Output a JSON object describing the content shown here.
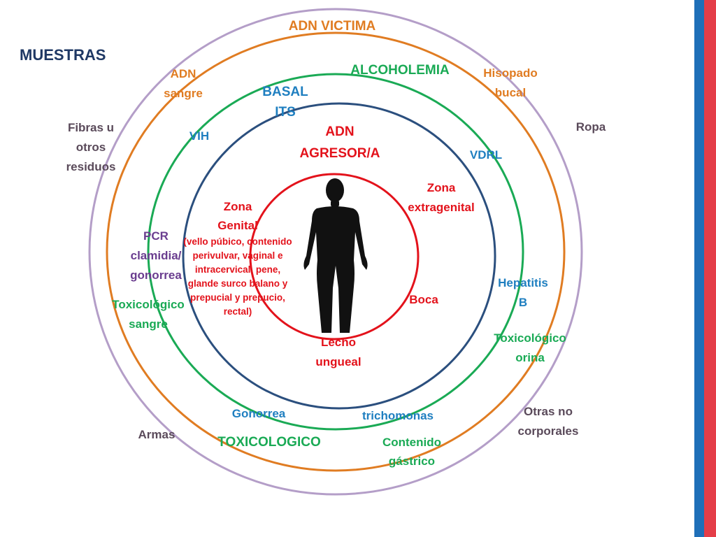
{
  "page_title": "MUESTRAS",
  "colors": {
    "lavender": "#b49ec8",
    "orange": "#e07c22",
    "green": "#1aaa55",
    "navy": "#2b4f7e",
    "red": "#e3121b",
    "purple_text": "#6a3d8f",
    "brown_text": "#5a4a5a",
    "blue_text": "#1f7fc0",
    "stripe_blue": "#1f6fb8",
    "stripe_red": "#e43d48",
    "figure": "#111111"
  },
  "rings": [
    {
      "name": "ring-otras-muestras",
      "color": "#b49ec8"
    },
    {
      "name": "ring-adn-victima",
      "color": "#e07c22"
    },
    {
      "name": "ring-alcoholemia",
      "color": "#1aaa55"
    },
    {
      "name": "ring-adn-agresor",
      "color": "#2b4f7e"
    },
    {
      "name": "ring-zonas-corporales",
      "color": "#e3121b"
    }
  ],
  "labels": {
    "adn_victima": "ADN VICTIMA",
    "adn_sangre": [
      "ADN",
      "sangre"
    ],
    "hisopado_bucal": [
      "Hisopado",
      "bucal"
    ],
    "alcoholemia": "ALCOHOLEMIA",
    "basal_its": [
      "BASAL",
      "ITS"
    ],
    "fibras": [
      "Fibras u",
      "otros",
      "residuos"
    ],
    "ropa": "Ropa",
    "vih": "VIH",
    "adn_agresor": [
      "ADN",
      "AGRESOR/A"
    ],
    "vdrl": "VDRL",
    "zona_extragenital": [
      "Zona",
      "extragenital"
    ],
    "zona_genital": [
      "Zona",
      "Genital"
    ],
    "zona_genital_detail": [
      "(vello púbico, contenido",
      "perivulvar, vaginal e",
      "intracervical, pene,",
      "glande surco balano y",
      "prepucial y prepucio,",
      "rectal)"
    ],
    "pcr": [
      "PCR",
      "clamidia/",
      "gonorrea"
    ],
    "hepatitis_b": [
      "Hepatitis",
      "B"
    ],
    "toxicologico_sangre": [
      "Toxicológico",
      "sangre"
    ],
    "boca": "Boca",
    "lecho_ungueal": [
      "Lecho",
      "ungueal"
    ],
    "toxicologico_orina": [
      "Toxicológico",
      "orina"
    ],
    "otras_no_corporales": [
      "Otras no",
      "corporales"
    ],
    "gonorrea": "Gonorrea",
    "trichomonas": "trichomonas",
    "armas": "Armas",
    "toxicologico": "TOXICOLOGICO",
    "contenido_gastrico": [
      "Contenido",
      "gástrico"
    ]
  }
}
